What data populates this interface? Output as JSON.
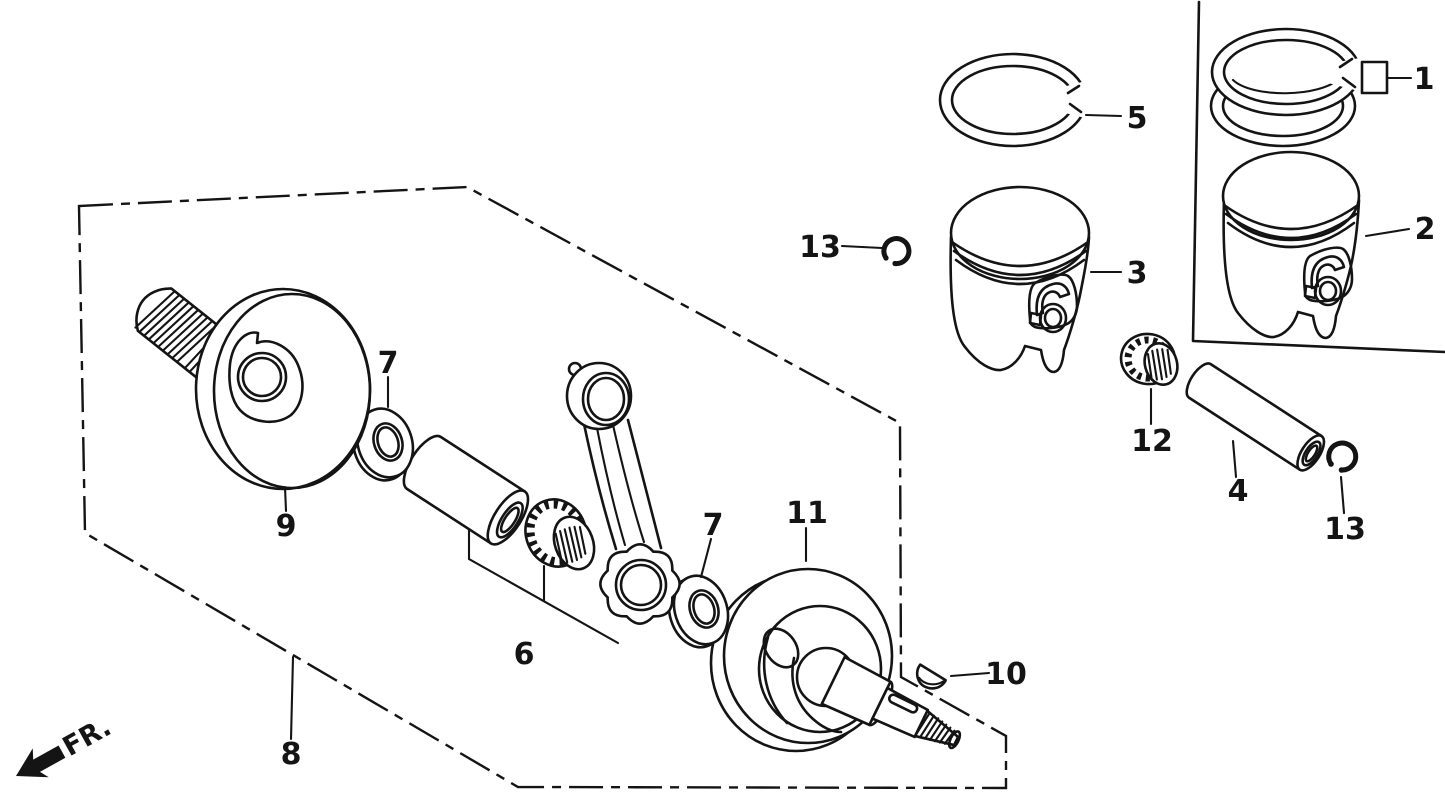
{
  "figure": {
    "paper_color": "#ffffff",
    "ink_color": "#141414"
  },
  "part_labels": {
    "p1": "1",
    "p2": "2",
    "p3": "3",
    "p4": "4",
    "p5": "5",
    "p6": "6",
    "p7": "7",
    "p8": "8",
    "p9": "9",
    "p10": "10",
    "p11": "11",
    "p12": "12",
    "p13": "13"
  },
  "front_marker": "FR."
}
